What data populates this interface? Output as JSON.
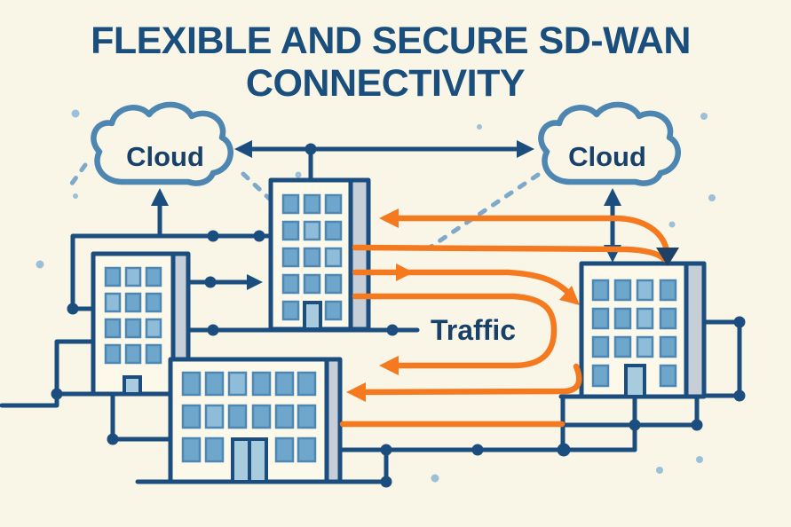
{
  "title": {
    "line1": "FLEXIBLE AND SECURE SD-WAN",
    "line2": "CONNECTIVITY"
  },
  "labels": {
    "cloud_left": "Cloud",
    "cloud_right": "Cloud",
    "traffic": "Traffic"
  },
  "colors": {
    "background": "#FAF6E7",
    "title_navy": "#1A4E7D",
    "navy_line": "#1B4E7E",
    "dark_arrowhead": "#1E4165",
    "cloud_stroke": "#4E86B2",
    "window_blue": "#6FA6CC",
    "window_blue_light": "#8FBCD8",
    "sidebar_gray": "#C6CFD8",
    "orange": "#F4791F",
    "dashed_blue": "#7FA9CB",
    "decor_dot_blue": "#9CC0D8"
  },
  "diagram": {
    "kind": "SD-WAN connectivity illustration",
    "nodes": [
      {
        "id": "cloud-left",
        "type": "cloud",
        "label": "Cloud"
      },
      {
        "id": "cloud-right",
        "type": "cloud",
        "label": "Cloud"
      },
      {
        "id": "building-central",
        "type": "office-building"
      },
      {
        "id": "building-left",
        "type": "office-building"
      },
      {
        "id": "building-bottom",
        "type": "office-building"
      },
      {
        "id": "building-right",
        "type": "office-building"
      }
    ],
    "links": [
      {
        "from": "cloud-left",
        "to": "cloud-right",
        "style": "navy-double-headed-arrow"
      },
      {
        "from": "building-central",
        "to": "cloud-link-junction",
        "style": "navy-line"
      },
      {
        "from": "building-left-network",
        "to": "cloud-left",
        "style": "navy-up-arrow"
      },
      {
        "from": "building-right",
        "to": "cloud-right",
        "style": "navy-double-headed-arrow"
      },
      {
        "from": "building-right",
        "to": "building-central",
        "style": "orange-traffic-arrow-left"
      },
      {
        "from": "building-central",
        "to": "building-right",
        "style": "orange-traffic-arrows-right"
      },
      {
        "from": "building-central",
        "to": "building-bottom",
        "style": "orange-u-turn-arrow"
      },
      {
        "from": "building-right",
        "to": "building-bottom",
        "style": "orange-traffic-arrow-left"
      },
      {
        "from": "cloud-left",
        "to": "building-central",
        "style": "dashed-blue"
      },
      {
        "from": "cloud-right",
        "to": "building-central",
        "style": "dashed-blue"
      }
    ]
  }
}
